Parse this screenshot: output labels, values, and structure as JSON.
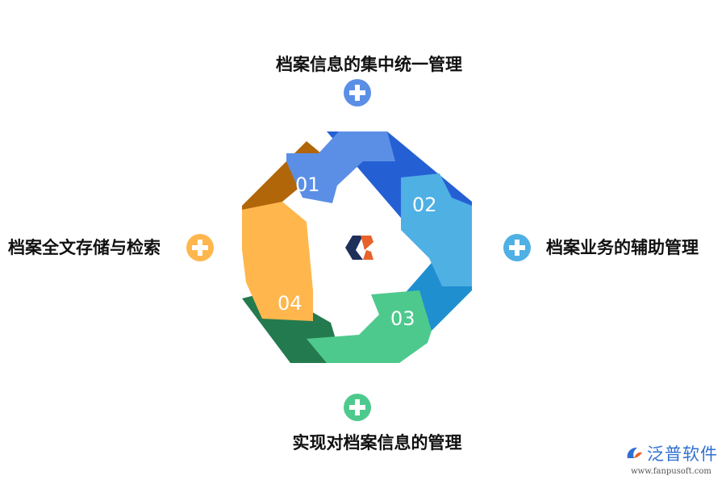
{
  "steps": [
    {
      "label": "档案信息的集中统一管理",
      "number": "01",
      "color": "#5b8fe6",
      "dark": "#2460d4"
    },
    {
      "label": "档案业务的辅助管理",
      "number": "02",
      "color": "#4fb0e3",
      "dark": "#1f8fd0"
    },
    {
      "label": "实现对档案信息的管理",
      "number": "03",
      "color": "#4ec98d",
      "dark": "#237a4e"
    },
    {
      "label": "档案全文存储与检索",
      "number": "04",
      "color": "#ffb74d",
      "dark": "#b2660a"
    }
  ],
  "watermark": {
    "name": "泛普软件",
    "url": "www.fanpusoft.com"
  }
}
